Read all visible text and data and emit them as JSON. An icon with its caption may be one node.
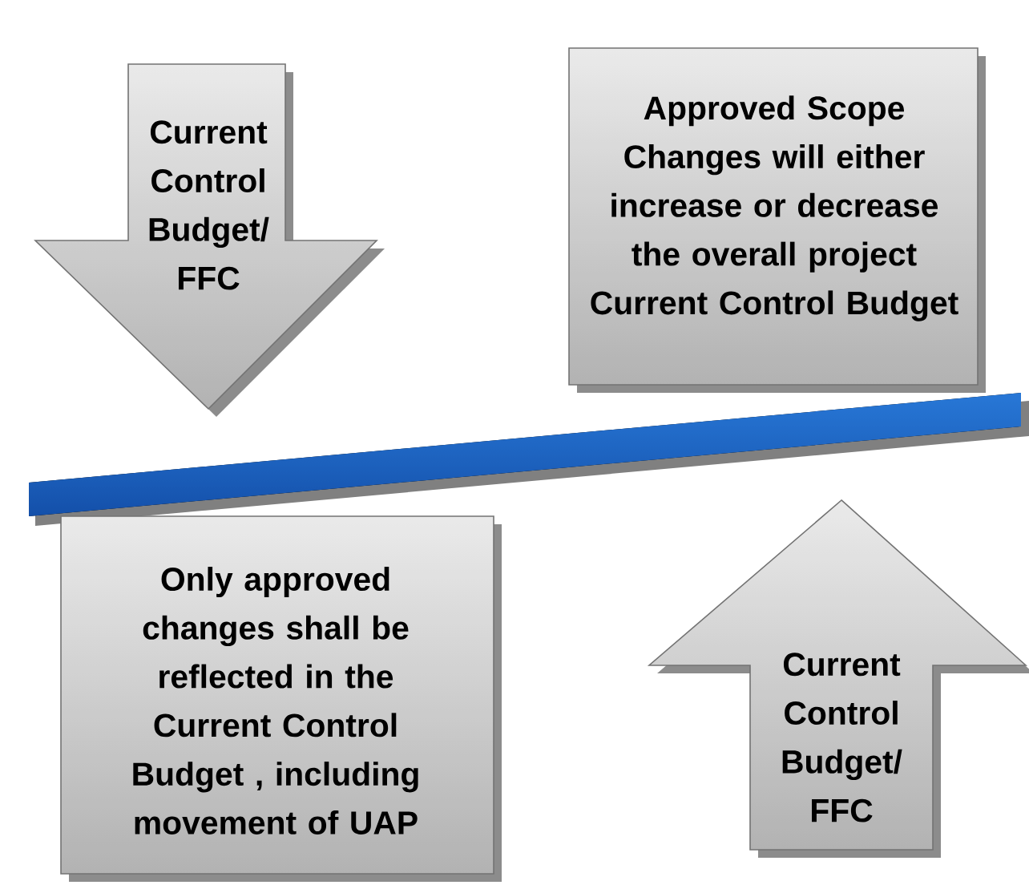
{
  "diagram": {
    "nodes": [
      {
        "text": [
          "Current Control Budget/ FFC"
        ]
      },
      {
        "text": [
          "Approved Scope Changes will either increase or decrease the overall project Current Control Budget"
        ]
      },
      {
        "text": [
          "Only approved changes shall be reflected in the Current Control Budget , including movement of UAP"
        ]
      },
      {
        "text": [
          "Current Control Budget/ FFC"
        ]
      }
    ]
  }
}
